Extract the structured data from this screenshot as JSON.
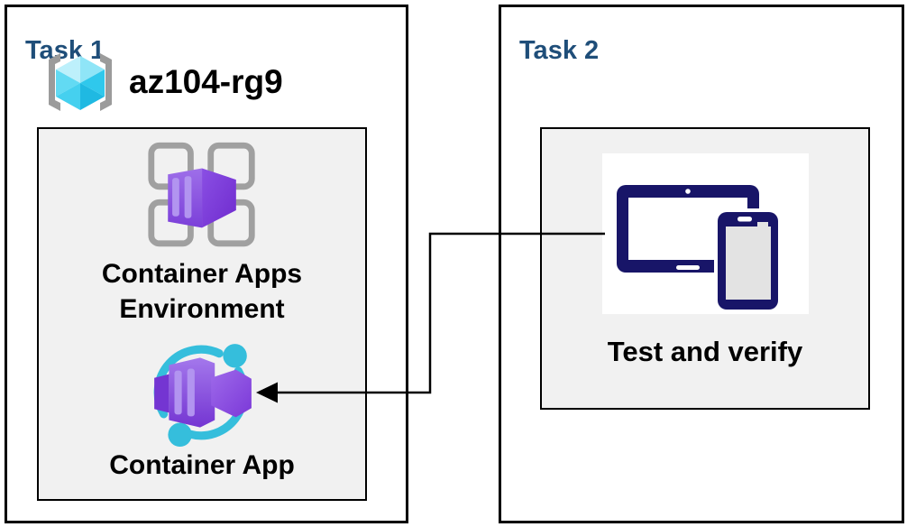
{
  "diagram": {
    "task1": {
      "title": "Task 1",
      "resource_group_name": "az104-rg9",
      "environment_label": "Container Apps\nEnvironment",
      "container_app_label": "Container App"
    },
    "task2": {
      "title": "Task 2",
      "test_label": "Test and verify"
    },
    "connector": {
      "from": "Test and verify",
      "to": "Container App",
      "style": "elbow-arrow-left"
    },
    "icons": {
      "resource_group": "resource-group-icon",
      "container_apps_environment": "container-apps-environment-icon",
      "container_app": "container-app-icon",
      "test_and_verify": "devices-icon",
      "arrow": "arrowhead-left"
    },
    "colors": {
      "title_blue": "#1F4E79",
      "text_black": "#000000",
      "panel_gray": "#F1F1F1",
      "border_black": "#000000",
      "bracket_gray": "#9B9B9B",
      "pane_gray": "#A0A0A0",
      "device_navy": "#181568",
      "phone_screen_gray": "#E3E3E3",
      "cyan": "#35BEDC",
      "cube_top_light": "#BDF0FB",
      "cube_top": "#8FE5F7",
      "cube_left": "#55D6F1",
      "cube_right": "#25C0E6",
      "purple_light": "#B294F0",
      "purple_main": "#8A52E3",
      "purple_dark": "#7435D2"
    }
  }
}
